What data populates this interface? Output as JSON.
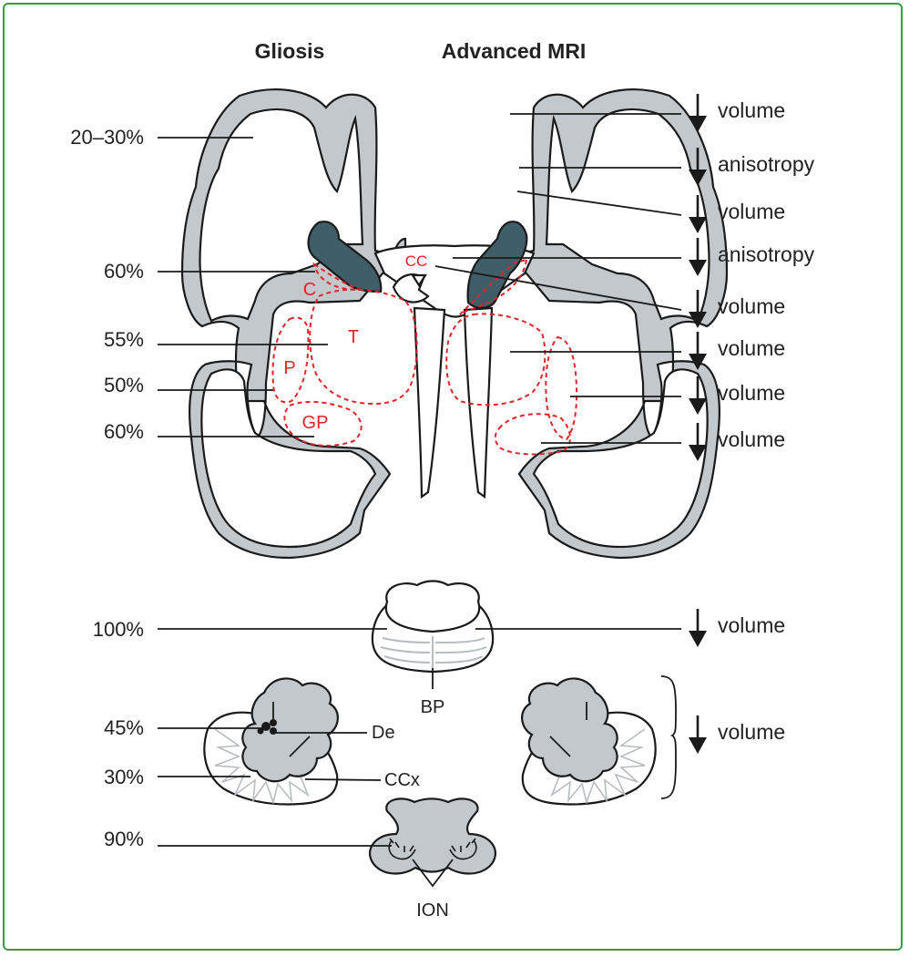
{
  "headers": {
    "gliosis": "Gliosis",
    "advanced_mri": "Advanced MRI"
  },
  "gliosis_percentages": [
    {
      "id": "cortex",
      "value": "20–30%"
    },
    {
      "id": "caudate",
      "value": "60%"
    },
    {
      "id": "thalamus",
      "value": "55%"
    },
    {
      "id": "putamen",
      "value": "50%"
    },
    {
      "id": "globus-pallidus",
      "value": "60%"
    },
    {
      "id": "basis-pontis",
      "value": "100%"
    },
    {
      "id": "dentate",
      "value": "45%"
    },
    {
      "id": "cerebellar-cortex",
      "value": "30%"
    },
    {
      "id": "inferior-olivary-nucleus",
      "value": "90%"
    }
  ],
  "mri_findings": [
    {
      "id": "cortex",
      "arrow": "decrease",
      "label": "volume"
    },
    {
      "id": "white-matter",
      "arrow": "decrease",
      "label": "anisotropy"
    },
    {
      "id": "white-matter-volume",
      "arrow": "decrease",
      "label": "volume"
    },
    {
      "id": "corpus-callosum",
      "arrow": "decrease",
      "label": "anisotropy"
    },
    {
      "id": "caudate",
      "arrow": "decrease",
      "label": "volume"
    },
    {
      "id": "thalamus",
      "arrow": "decrease",
      "label": "volume"
    },
    {
      "id": "putamen",
      "arrow": "decrease",
      "label": "volume"
    },
    {
      "id": "globus-pallidus",
      "arrow": "decrease",
      "label": "volume"
    },
    {
      "id": "pons",
      "arrow": "decrease",
      "label": "volume"
    },
    {
      "id": "cerebellum",
      "arrow": "decrease",
      "label": "volume"
    }
  ],
  "structure_labels": {
    "cc": "CC",
    "c": "C",
    "t": "T",
    "p": "P",
    "gp": "GP",
    "bp": "BP",
    "de": "De",
    "ccx": "CCx",
    "ion": "ION"
  },
  "colors": {
    "cortex_fill": "#c3c8cc",
    "ventricle_fill": "#3f5e68",
    "region_outline": "#e0242a",
    "frame": "#3a9a4a",
    "text": "#222222"
  }
}
